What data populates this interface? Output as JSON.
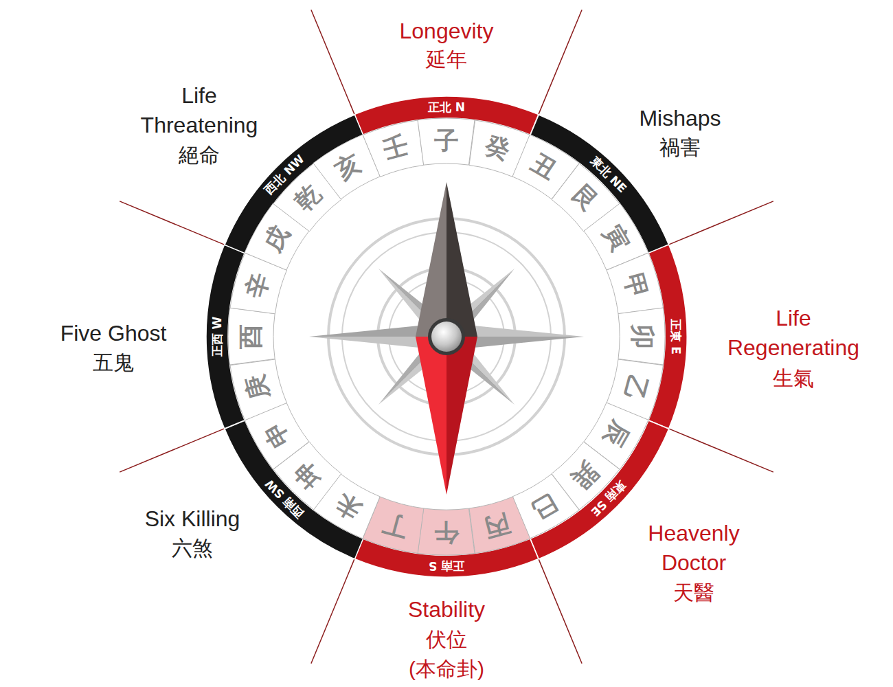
{
  "diagram": {
    "nodes": [
      {
        "text": [
          "正北 N"
        ]
      },
      {
        "text": [
          "東北 NE"
        ]
      },
      {
        "text": [
          "正東 E"
        ]
      },
      {
        "text": [
          "東南 SE"
        ]
      },
      {
        "text": [
          "正南 S"
        ]
      },
      {
        "text": [
          "西南 SW"
        ]
      },
      {
        "text": [
          "正西 W"
        ]
      },
      {
        "text": [
          "西北 NW"
        ]
      },
      {
        "text": [
          "壬"
        ]
      },
      {
        "text": [
          "子"
        ]
      },
      {
        "text": [
          "癸"
        ]
      },
      {
        "text": [
          "丑"
        ]
      },
      {
        "text": [
          "艮"
        ]
      },
      {
        "text": [
          "寅"
        ]
      },
      {
        "text": [
          "甲"
        ]
      },
      {
        "text": [
          "卯"
        ]
      },
      {
        "text": [
          "乙"
        ]
      },
      {
        "text": [
          "辰"
        ]
      },
      {
        "text": [
          "巽"
        ]
      },
      {
        "text": [
          "巳"
        ]
      },
      {
        "text": [
          "丙"
        ]
      },
      {
        "text": [
          "午"
        ]
      },
      {
        "text": [
          "丁"
        ]
      },
      {
        "text": [
          "未"
        ]
      },
      {
        "text": [
          "坤"
        ]
      },
      {
        "text": [
          "申"
        ]
      },
      {
        "text": [
          "庚"
        ]
      },
      {
        "text": [
          "酉"
        ]
      },
      {
        "text": [
          "辛"
        ]
      },
      {
        "text": [
          "戌"
        ]
      },
      {
        "text": [
          "乾"
        ]
      },
      {
        "text": [
          "亥"
        ]
      }
    ],
    "labels": [
      "Longevity",
      "延年",
      "Mishaps",
      "禍害",
      "Life Regenerating",
      "生氣",
      "Heavenly Doctor",
      "天醫",
      "Stability",
      "伏位",
      "(本命卦)",
      "Six Killing",
      "六煞",
      "Five Ghost",
      "五鬼",
      "Life Threatening",
      "絕命"
    ]
  }
}
